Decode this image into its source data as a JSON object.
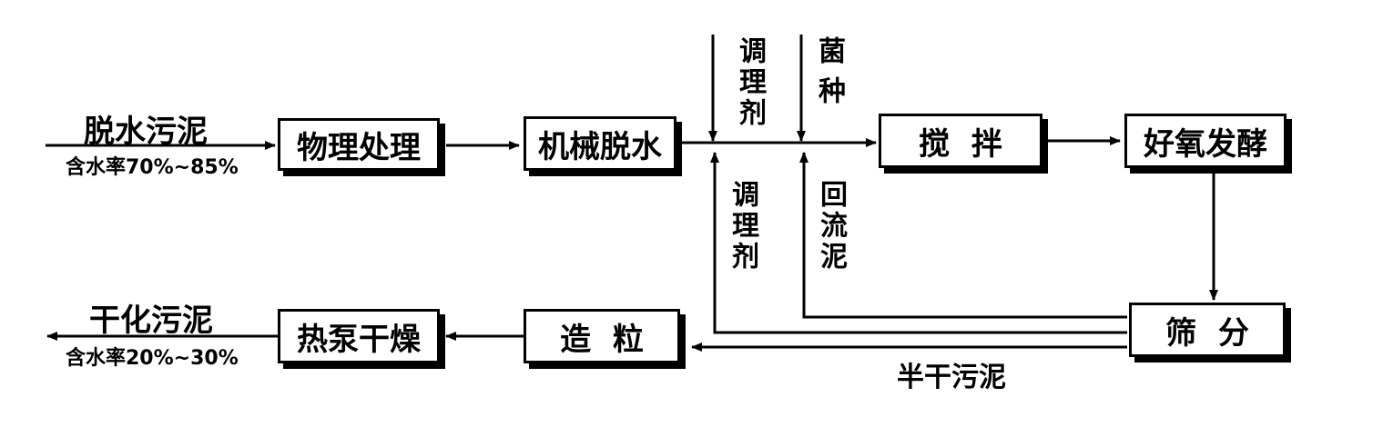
{
  "boxes": {
    "pretreatment": "物理处理",
    "mechanical_dewatering": "机械脱水",
    "mixing": "搅  拌",
    "aerobic_fermentation": "好氧发酵",
    "screening": "筛  分",
    "granulation": "造  粒",
    "heat_drying": "热泵干燥"
  },
  "labels": {
    "input_title": "脱水污泥",
    "input_moisture": "含水率70%~85%",
    "output_title": "干化污泥",
    "output_moisture": "含水率20%~30%",
    "conditioner_top": "调理剂",
    "inoculum": "菌种",
    "conditioner_return": "调理剂",
    "return_sludge": "回流泥",
    "semi_dry_sludge": "半干污泥"
  }
}
